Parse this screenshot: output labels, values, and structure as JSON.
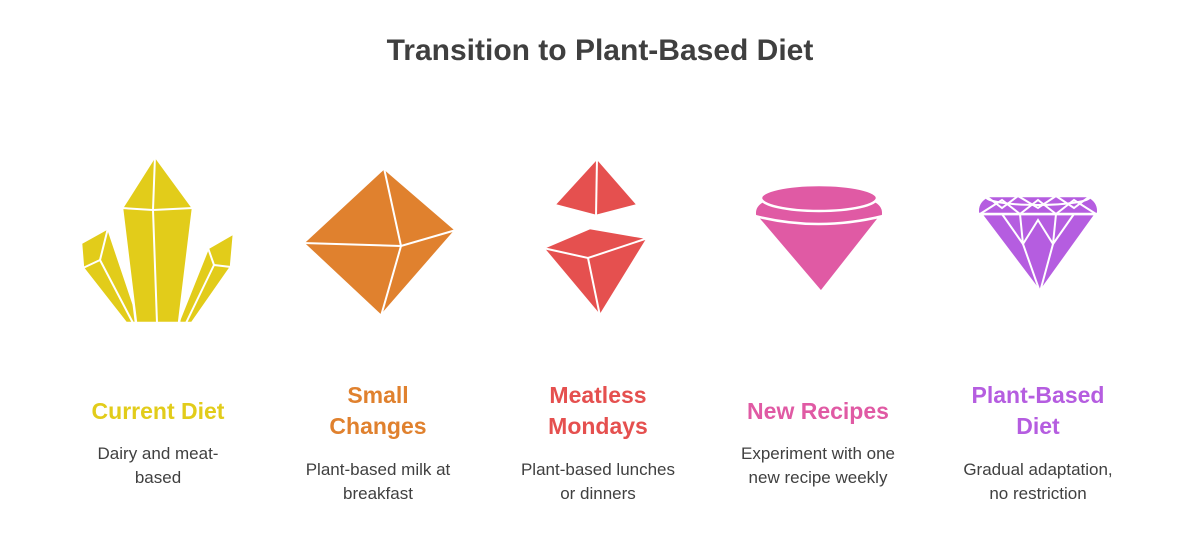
{
  "title": "Transition to Plant-Based Diet",
  "stages": [
    {
      "title": "Current Diet",
      "desc": "Dairy and meat-\nbased",
      "color": "#e2cc1a",
      "icon": "crystal-cluster-icon"
    },
    {
      "title": "Small\nChanges",
      "desc": "Plant-based milk at\nbreakfast",
      "color": "#e0812e",
      "icon": "octahedron-icon"
    },
    {
      "title": "Meatless\nMondays",
      "desc": "Plant-based lunches\nor dinners",
      "color": "#e5504f",
      "icon": "split-gem-icon"
    },
    {
      "title": "New Recipes",
      "desc": "Experiment with one\nnew recipe weekly",
      "color": "#e05aa4",
      "icon": "rough-diamond-icon"
    },
    {
      "title": "Plant-Based\nDiet",
      "desc": "Gradual adaptation,\nno restriction",
      "color": "#b55de0",
      "icon": "cut-diamond-icon"
    }
  ]
}
